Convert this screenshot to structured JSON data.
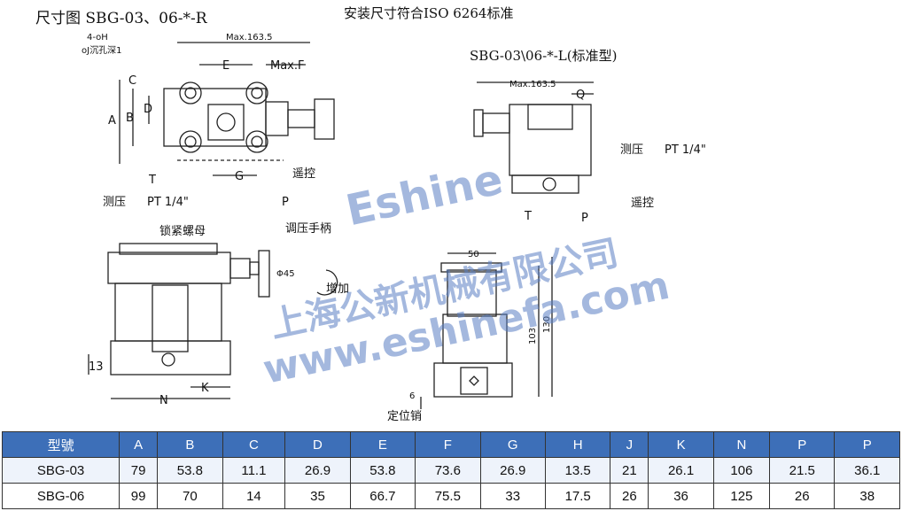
{
  "title_left": "尺寸图 SBG-03、06-*-R",
  "title_center": "安装尺寸符合ISO 6264标准",
  "subtitle_right": "SBG-03\\06-*-L(标准型)",
  "left_view": {
    "hole_note_1": "4-oH",
    "hole_note_2": "oJ沉孔深1",
    "max_dim": "Max.163.5",
    "dim_E": "E",
    "dim_F": "Max.F",
    "dim_A": "A",
    "dim_B": "B",
    "dim_C": "C",
    "dim_D": "D",
    "dim_G": "G",
    "port_T": "T",
    "port_P": "P",
    "remote": "遥控",
    "gauge": "测压",
    "gauge_pt": "PT 1/4\"",
    "lock_nut": "锁紧螺母",
    "handle": "调压手柄",
    "dia45": "Φ45",
    "increase": "增加",
    "dim_13": "13",
    "dim_K": "K",
    "dim_N": "N"
  },
  "right_view": {
    "max_dim": "Max.163.5",
    "dim_Q": "Q",
    "gauge": "测压",
    "gauge_pt": "PT 1/4\"",
    "port_T": "T",
    "port_P": "P",
    "remote": "遥控",
    "dim_50": "50",
    "dim_103": "103",
    "dim_130": "130",
    "dim_6": "6",
    "locating_pin": "定位销"
  },
  "watermark": {
    "brand": "Eshine",
    "company": "上海公新机械有限公司",
    "url": "www.eshinefa.com"
  },
  "table": {
    "headers": [
      "型號",
      "A",
      "B",
      "C",
      "D",
      "E",
      "F",
      "G",
      "H",
      "J",
      "K",
      "N",
      "P",
      "P"
    ],
    "rows": [
      [
        "SBG-03",
        "79",
        "53.8",
        "11.1",
        "26.9",
        "53.8",
        "73.6",
        "26.9",
        "13.5",
        "21",
        "26.1",
        "106",
        "21.5",
        "36.1"
      ],
      [
        "SBG-06",
        "99",
        "70",
        "14",
        "35",
        "66.7",
        "75.5",
        "33",
        "17.5",
        "26",
        "36",
        "125",
        "26",
        "38"
      ]
    ]
  },
  "colors": {
    "header_bg": "#3d6fb8",
    "watermark": "#5a7fc4"
  }
}
